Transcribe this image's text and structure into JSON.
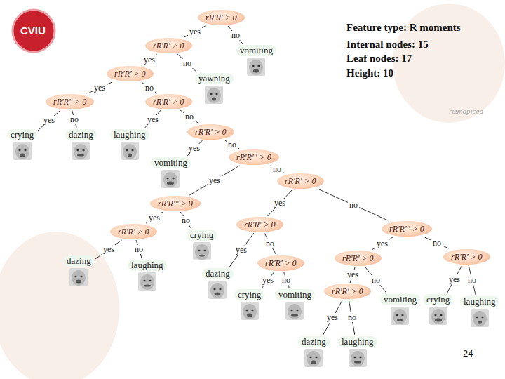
{
  "diagram": {
    "nodes": [
      {
        "text": [
          "rR'R' > 0"
        ]
      },
      {
        "text": [
          "vomiting"
        ]
      },
      {
        "text": [
          "rR'R' > 0"
        ]
      },
      {
        "text": [
          "yawning"
        ]
      },
      {
        "text": [
          "rR'R' > 0"
        ]
      },
      {
        "text": [
          "rR'R'' > 0"
        ]
      },
      {
        "text": [
          "rR'R' > 0"
        ]
      },
      {
        "text": [
          "crying"
        ]
      },
      {
        "text": [
          "dazing"
        ]
      },
      {
        "text": [
          "laughing"
        ]
      },
      {
        "text": [
          "rR'R' > 0"
        ]
      },
      {
        "text": [
          "vomiting"
        ]
      },
      {
        "text": [
          "rR'R''' > 0"
        ]
      },
      {
        "text": [
          "rR'R' > 0"
        ]
      },
      {
        "text": [
          "rR'R''' > 0"
        ]
      },
      {
        "text": [
          "rR'R' > 0"
        ]
      },
      {
        "text": [
          "crying"
        ]
      },
      {
        "text": [
          "rR'R' > 0"
        ]
      },
      {
        "text": [
          "rR'R''' > 0"
        ]
      },
      {
        "text": [
          "dazing"
        ]
      },
      {
        "text": [
          "laughing"
        ]
      },
      {
        "text": [
          "dazing"
        ]
      },
      {
        "text": [
          "rR'R' > 0"
        ]
      },
      {
        "text": [
          "rR'R' > 0"
        ]
      },
      {
        "text": [
          "rR'R' > 0"
        ]
      },
      {
        "text": [
          "crying"
        ]
      },
      {
        "text": [
          "vomiting"
        ]
      },
      {
        "text": [
          "rR'R' > 0"
        ]
      },
      {
        "text": [
          "vomiting"
        ]
      },
      {
        "text": [
          "crying"
        ]
      },
      {
        "text": [
          "laughing"
        ]
      },
      {
        "text": [
          "dazing"
        ]
      },
      {
        "text": [
          "laughing"
        ]
      }
    ],
    "edges": [
      {
        "from": 0,
        "to": 2,
        "arrow": "none",
        "label": "yes"
      },
      {
        "from": 0,
        "to": 1,
        "arrow": "none",
        "label": "no"
      },
      {
        "from": 2,
        "to": 4,
        "arrow": "none",
        "label": "yes"
      },
      {
        "from": 2,
        "to": 3,
        "arrow": "none",
        "label": "no"
      },
      {
        "from": 4,
        "to": 5,
        "arrow": "none",
        "label": "yes"
      },
      {
        "from": 4,
        "to": 6,
        "arrow": "none",
        "label": "no"
      },
      {
        "from": 5,
        "to": 7,
        "arrow": "none",
        "label": "yes"
      },
      {
        "from": 5,
        "to": 8,
        "arrow": "none",
        "label": "no"
      },
      {
        "from": 6,
        "to": 9,
        "arrow": "none",
        "label": "yes"
      },
      {
        "from": 6,
        "to": 10,
        "arrow": "none",
        "label": "no"
      },
      {
        "from": 10,
        "to": 11,
        "arrow": "none",
        "label": "yes"
      },
      {
        "from": 10,
        "to": 12,
        "arrow": "none",
        "label": "no"
      },
      {
        "from": 12,
        "to": 14,
        "arrow": "none",
        "label": "yes"
      },
      {
        "from": 12,
        "to": 13,
        "arrow": "none",
        "label": "no"
      },
      {
        "from": 13,
        "to": 17,
        "arrow": "none",
        "label": "yes"
      },
      {
        "from": 13,
        "to": 18,
        "arrow": "none",
        "label": "no"
      },
      {
        "from": 14,
        "to": 15,
        "arrow": "none",
        "label": "yes"
      },
      {
        "from": 14,
        "to": 16,
        "arrow": "none",
        "label": "no"
      },
      {
        "from": 15,
        "to": 19,
        "arrow": "none",
        "label": "yes"
      },
      {
        "from": 15,
        "to": 20,
        "arrow": "none",
        "label": "no"
      },
      {
        "from": 17,
        "to": 21,
        "arrow": "none",
        "label": "yes"
      },
      {
        "from": 17,
        "to": 22,
        "arrow": "none",
        "label": "no"
      },
      {
        "from": 22,
        "to": 25,
        "arrow": "none",
        "label": "yes"
      },
      {
        "from": 22,
        "to": 26,
        "arrow": "none",
        "label": "no"
      },
      {
        "from": 18,
        "to": 23,
        "arrow": "none",
        "label": "yes"
      },
      {
        "from": 18,
        "to": 24,
        "arrow": "none",
        "label": "no"
      },
      {
        "from": 23,
        "to": 27,
        "arrow": "none",
        "label": "yes"
      },
      {
        "from": 23,
        "to": 28,
        "arrow": "none",
        "label": "no"
      },
      {
        "from": 24,
        "to": 29,
        "arrow": "none",
        "label": "yes"
      },
      {
        "from": 24,
        "to": 30,
        "arrow": "none",
        "label": "no"
      },
      {
        "from": 27,
        "to": 31,
        "arrow": "none",
        "label": "yes"
      },
      {
        "from": 27,
        "to": 32,
        "arrow": "none",
        "label": "no"
      }
    ],
    "labels": [
      "CVIU",
      "Feature type: R moments",
      "Internal nodes: 15",
      "Leaf nodes: 17",
      "Height: 10",
      "rizmapiced",
      "24"
    ]
  }
}
